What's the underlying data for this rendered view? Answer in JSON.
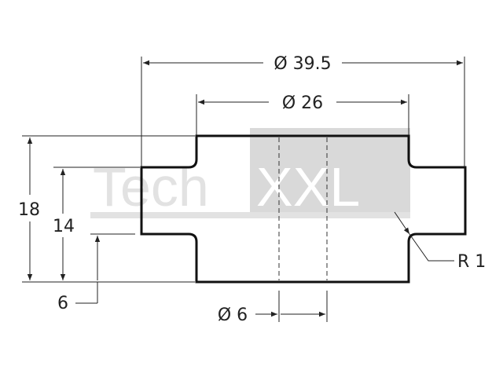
{
  "watermark": {
    "text_left": "Tech",
    "text_right": "XXL",
    "color_light": "#e2e2e2",
    "color_box": "#d9d9d9"
  },
  "dimensions": {
    "outer_diameter": "Ø 39.5",
    "shoulder_diameter": "Ø 26",
    "bore_diameter": "Ø 6",
    "overall_height": "18",
    "flange_height": "14",
    "lower_step": "6",
    "fillet_radius": "R 1"
  },
  "colors": {
    "outline": "#111111",
    "dimension_line": "#222222"
  }
}
